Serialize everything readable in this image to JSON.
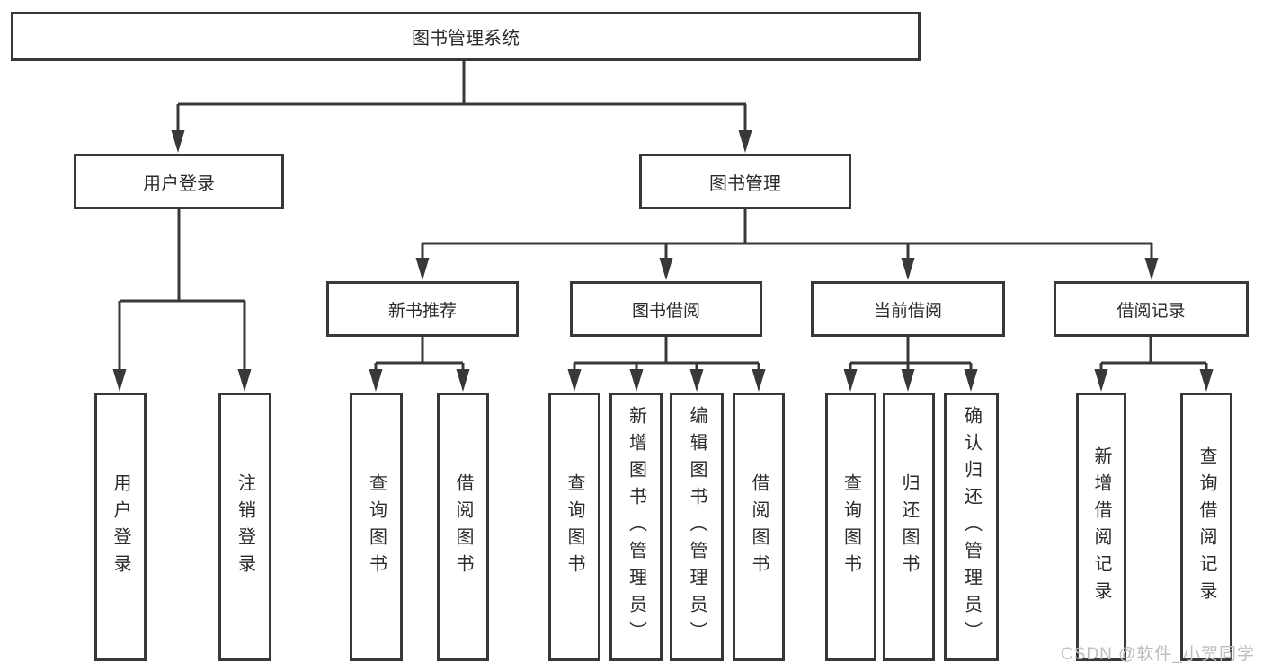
{
  "diagram": {
    "nodes": {
      "root": {
        "label": "图书管理系统"
      },
      "user_login": {
        "label": "用户登录"
      },
      "book_mgmt": {
        "label": "图书管理"
      },
      "new_book_rec": {
        "label": "新书推荐"
      },
      "book_borrow": {
        "label": "图书借阅"
      },
      "current_borrow": {
        "label": "当前借阅"
      },
      "borrow_records": {
        "label": "借阅记录"
      },
      "ul_login": {
        "label": "用户登录"
      },
      "ul_logout": {
        "label": "注销登录"
      },
      "nb_query": {
        "label": "查询图书"
      },
      "nb_borrow": {
        "label": "借阅图书"
      },
      "bb_query": {
        "label": "查询图书"
      },
      "bb_add": {
        "label": "新增图书（管理员）"
      },
      "bb_edit": {
        "label": "编辑图书（管理员）"
      },
      "bb_borrow": {
        "label": "借阅图书"
      },
      "cb_query": {
        "label": "查询图书"
      },
      "cb_return": {
        "label": "归还图书"
      },
      "cb_confirm": {
        "label": "确认归还（管理员）"
      },
      "br_add": {
        "label": "新增借阅记录"
      },
      "br_query": {
        "label": "查询借阅记录"
      }
    },
    "colors": {
      "line": "#383838",
      "text": "#2b2b2b",
      "box_background": "#ffffff",
      "watermark": "#bdbdbd"
    }
  },
  "watermark": {
    "text": "CSDN @软件_小贺同学"
  }
}
